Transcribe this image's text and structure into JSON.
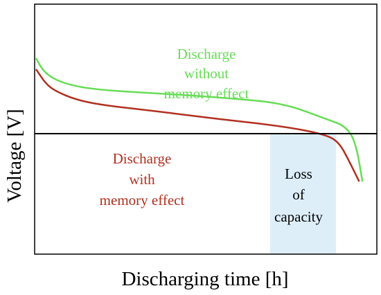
{
  "chart_data": {
    "type": "line",
    "xlabel": "Discharging time [h]",
    "ylabel": "Voltage [V]",
    "x_range": [
      0,
      100
    ],
    "y_range": [
      0,
      100
    ],
    "grid": false,
    "series": [
      {
        "name": "Discharge without memory effect",
        "color": "#66dd55",
        "x": [
          0,
          2,
          5,
          10,
          18,
          30,
          45,
          60,
          75,
          88,
          94,
          97,
          99
        ],
        "y": [
          82,
          69,
          60,
          53,
          48,
          45,
          42,
          38,
          33,
          16,
          8,
          -10,
          -52
        ]
      },
      {
        "name": "Discharge with memory effect",
        "color": "#b03020",
        "x": [
          0,
          3,
          6,
          12,
          20,
          35,
          55,
          75,
          88,
          92,
          95,
          98
        ],
        "y": [
          70,
          54,
          46,
          37,
          31,
          25,
          16,
          8,
          -1,
          -10,
          -30,
          -52
        ]
      }
    ],
    "annotations": {
      "without_memory": [
        "Discharge",
        "without",
        "memory effect"
      ],
      "with_memory": [
        "Discharge",
        "with",
        "memory effect"
      ],
      "loss_region": {
        "x_start": 71,
        "x_end": 91,
        "text": [
          "Loss",
          "of",
          "capacity"
        ],
        "color": "#ddeef9"
      }
    },
    "reference_line": {
      "y": 0
    }
  }
}
